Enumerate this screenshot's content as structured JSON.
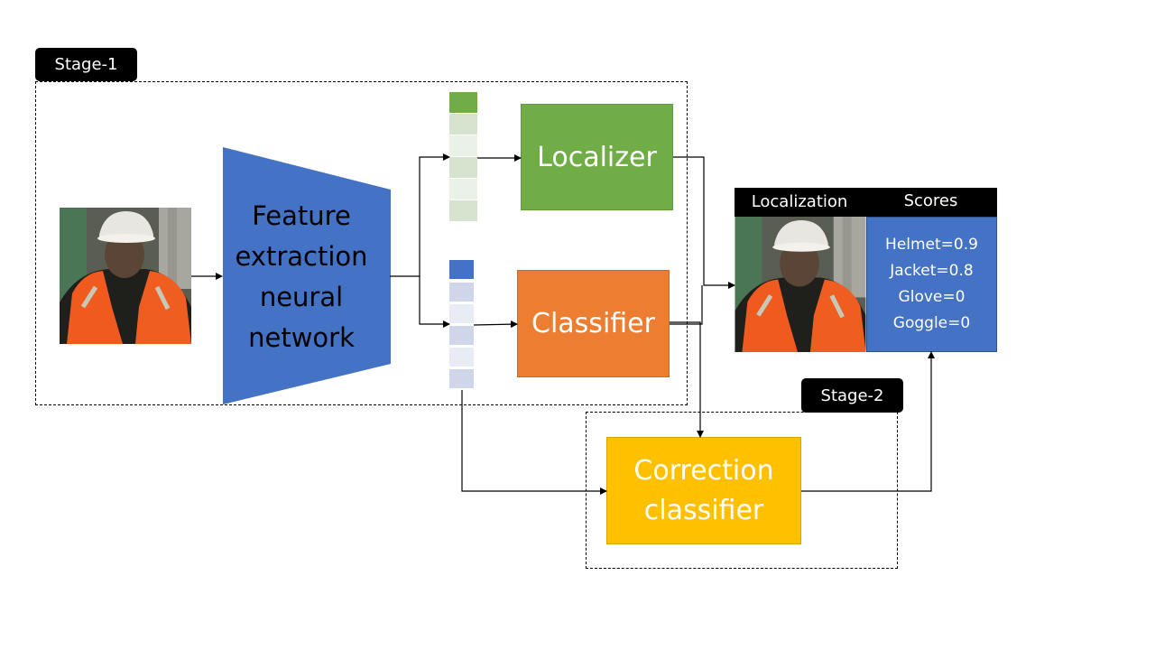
{
  "stage1": {
    "label": "Stage-1"
  },
  "stage2": {
    "label": "Stage-2"
  },
  "feature_extractor": {
    "label_lines": [
      "Feature",
      "extraction",
      "neural",
      "network"
    ],
    "color": "#4472C4"
  },
  "localizer": {
    "label": "Localizer",
    "color": "#70AD47"
  },
  "classifier": {
    "label": "Classifier",
    "color": "#ED7D31"
  },
  "correction": {
    "label_lines": [
      "Correction",
      "classifier"
    ],
    "color": "#FFC000"
  },
  "output": {
    "localization_header": "Localization",
    "scores_header": "Scores",
    "scores": [
      "Helmet=0.9",
      "Jacket=0.8",
      "Glove=0",
      "Goggle=0"
    ],
    "scores_bg": "#4472C4"
  },
  "vectors": {
    "green_top": "#70AD47",
    "green_light": [
      "#D5E3CF",
      "#EAF1E6",
      "#D5E3CF",
      "#EAF1E6",
      "#D5E3CF"
    ],
    "blue_top": "#4472C4",
    "blue_light": [
      "#CFD6EA",
      "#E9ECF5",
      "#CFD6EA",
      "#E9ECF5",
      "#CFD6EA"
    ]
  }
}
